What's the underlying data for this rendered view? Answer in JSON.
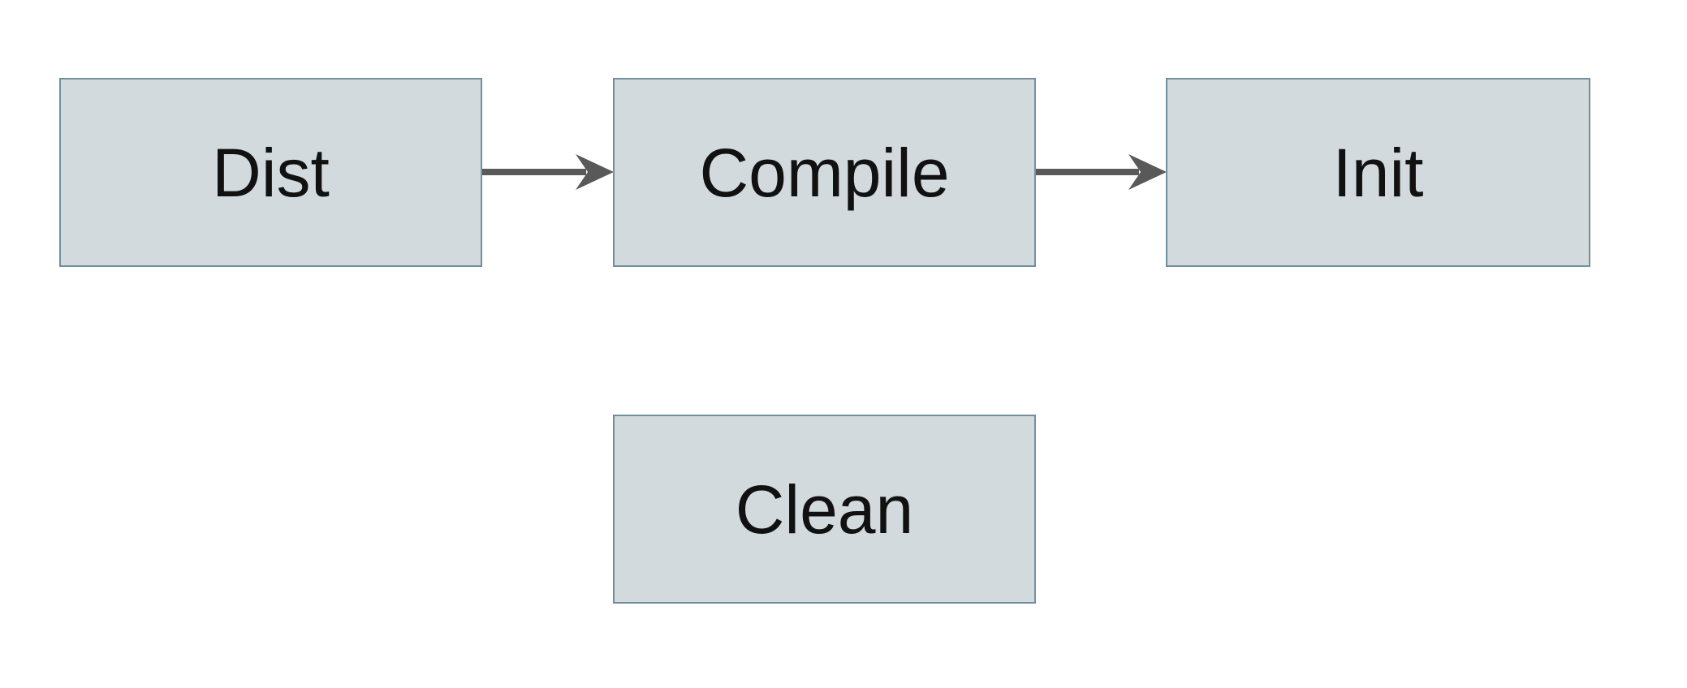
{
  "diagram": {
    "nodes": [
      {
        "id": "dist",
        "label": "Dist"
      },
      {
        "id": "compile",
        "label": "Compile"
      },
      {
        "id": "init",
        "label": "Init"
      },
      {
        "id": "clean",
        "label": "Clean"
      }
    ],
    "edges": [
      {
        "from": "dist",
        "to": "compile"
      },
      {
        "from": "compile",
        "to": "init"
      }
    ],
    "colors": {
      "background": "#ffffff",
      "node_fill": "#d3dadd",
      "node_border": "#71909e",
      "arrow": "#595959",
      "text": "#111111"
    }
  }
}
